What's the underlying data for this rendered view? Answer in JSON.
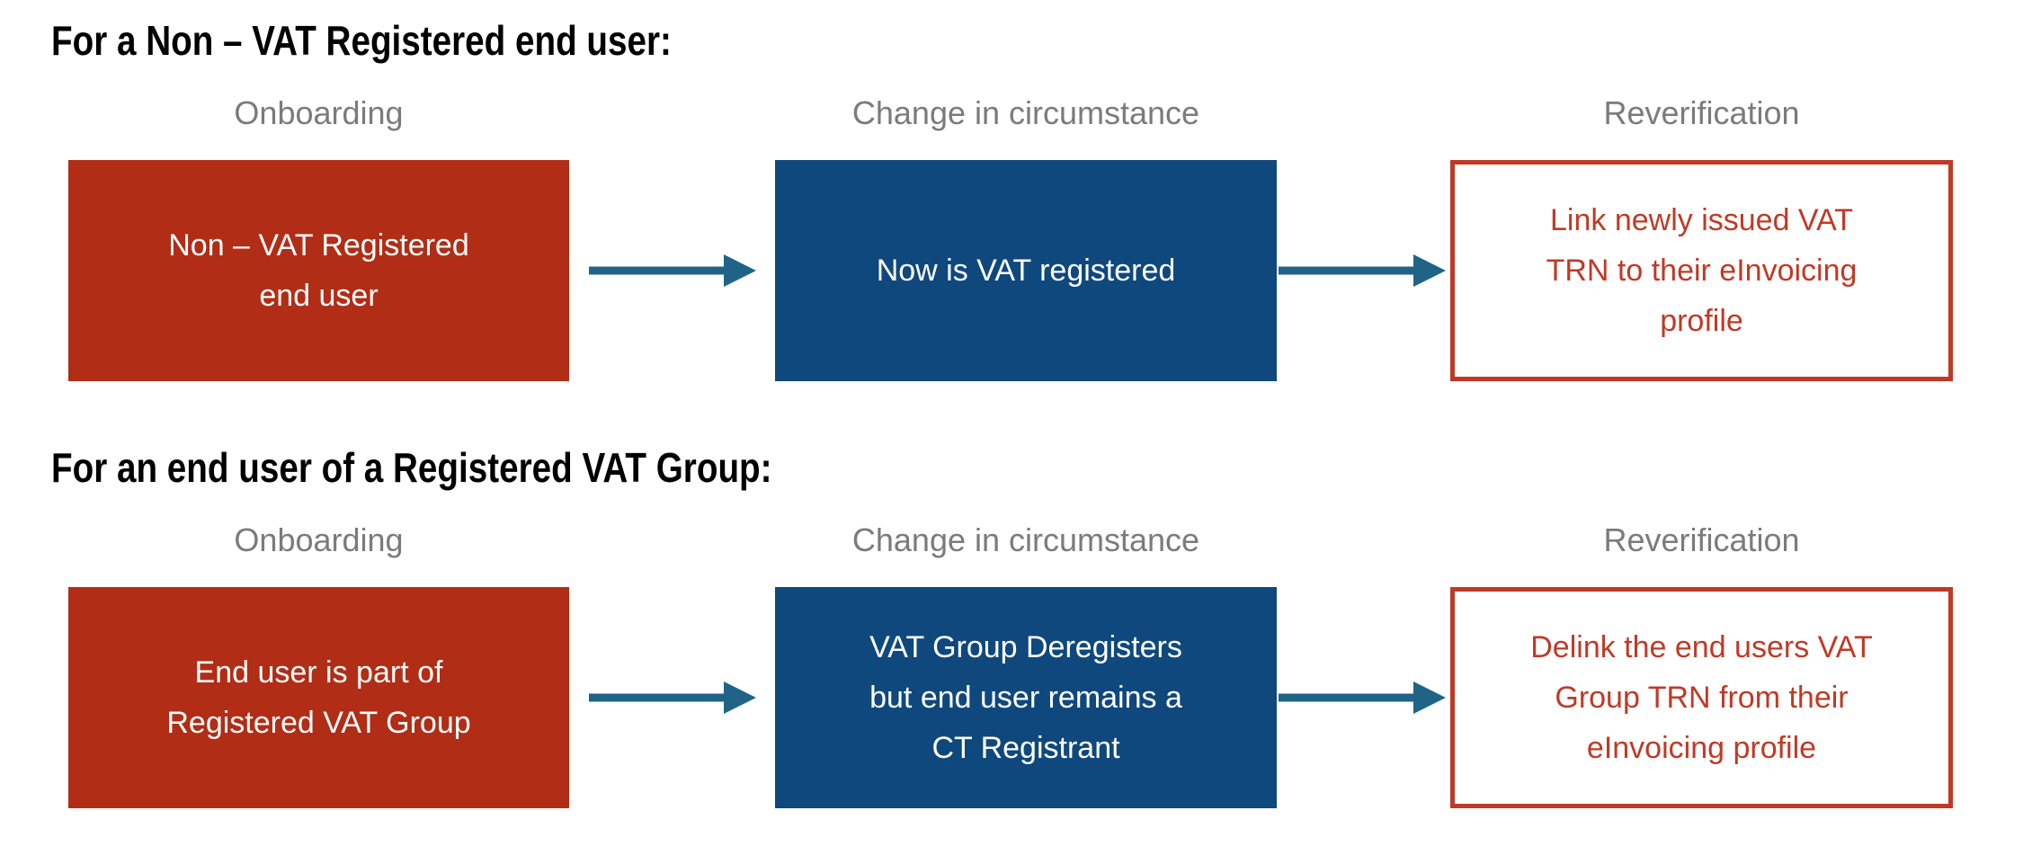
{
  "colors": {
    "box_red_fill": "#B12D16",
    "box_blue_fill": "#0F487D",
    "outline_box_red": "#BF3A26",
    "arrow_teal": "#1F6487",
    "header_gray": "#7B7B7B",
    "title_black": "#000000",
    "box_text_white": "#FFFFFF",
    "background_white": "#FFFFFF"
  },
  "icons": {
    "flow_arrow": "right-arrow"
  },
  "sections": [
    {
      "title": "For a Non – VAT Registered end user:",
      "columns": [
        "Onboarding",
        "Change in circumstance",
        "Reverification"
      ],
      "boxes": {
        "onboarding": "Non – VAT Registered end user",
        "change": "Now is VAT registered",
        "reverification": "Link newly issued VAT TRN to their eInvoicing profile"
      }
    },
    {
      "title": "For an end user of a Registered VAT Group:",
      "columns": [
        "Onboarding",
        "Change in circumstance",
        "Reverification"
      ],
      "boxes": {
        "onboarding": "End user is part of Registered VAT Group",
        "change": "VAT Group Deregisters but end user remains a CT Registrant",
        "reverification": "Delink the end users VAT Group TRN from their eInvoicing profile"
      }
    }
  ]
}
